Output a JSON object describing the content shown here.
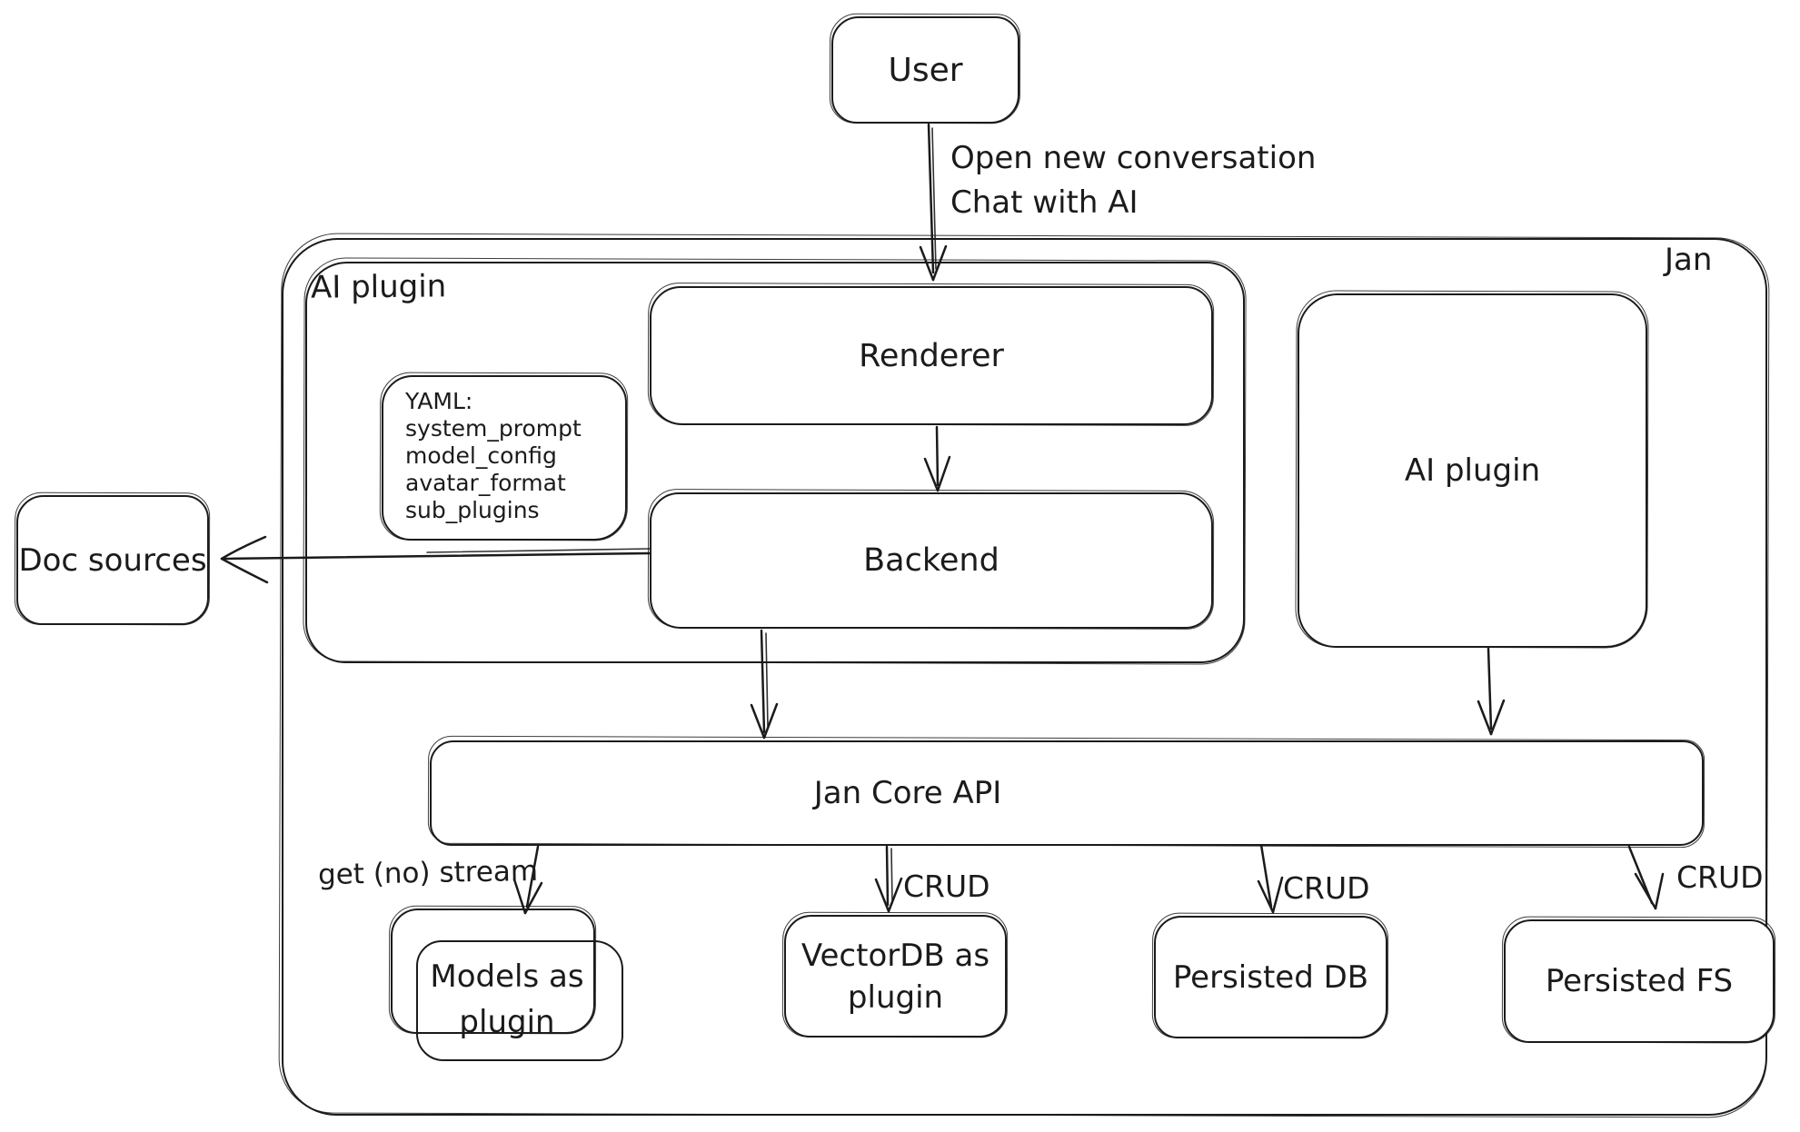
{
  "diagram_title": "Jan architecture diagram",
  "colors": {
    "stroke": "#1b1b1b",
    "background": "#ffffff"
  },
  "nodes": {
    "user": {
      "label": "User"
    },
    "jan": {
      "label": "Jan"
    },
    "ai_plugin_group": {
      "label": "AI plugin"
    },
    "renderer": {
      "label": "Renderer"
    },
    "backend": {
      "label": "Backend"
    },
    "yaml_note": {
      "title": "YAML:",
      "lines": [
        "system_prompt",
        "model_config",
        "avatar_format",
        "sub_plugins"
      ]
    },
    "doc_sources": {
      "label": "Doc sources"
    },
    "ai_plugin": {
      "label": "AI plugin"
    },
    "jan_core_api": {
      "label": "Jan Core API"
    },
    "models_as_plugin": {
      "line1": "Models as",
      "line2": "plugin"
    },
    "vectordb_as_plugin": {
      "line1": "VectorDB as",
      "line2": "plugin"
    },
    "persisted_db": {
      "label": "Persisted DB"
    },
    "persisted_fs": {
      "label": "Persisted FS"
    }
  },
  "edges": {
    "user_to_renderer": {
      "line1": "Open new conversation",
      "line2": "Chat with AI"
    },
    "api_to_models": {
      "label": "get (no) stream"
    },
    "api_to_vectordb": {
      "label": "CRUD"
    },
    "api_to_persisted_db": {
      "label": "CRUD"
    },
    "api_to_persisted_fs": {
      "label": "CRUD"
    }
  }
}
